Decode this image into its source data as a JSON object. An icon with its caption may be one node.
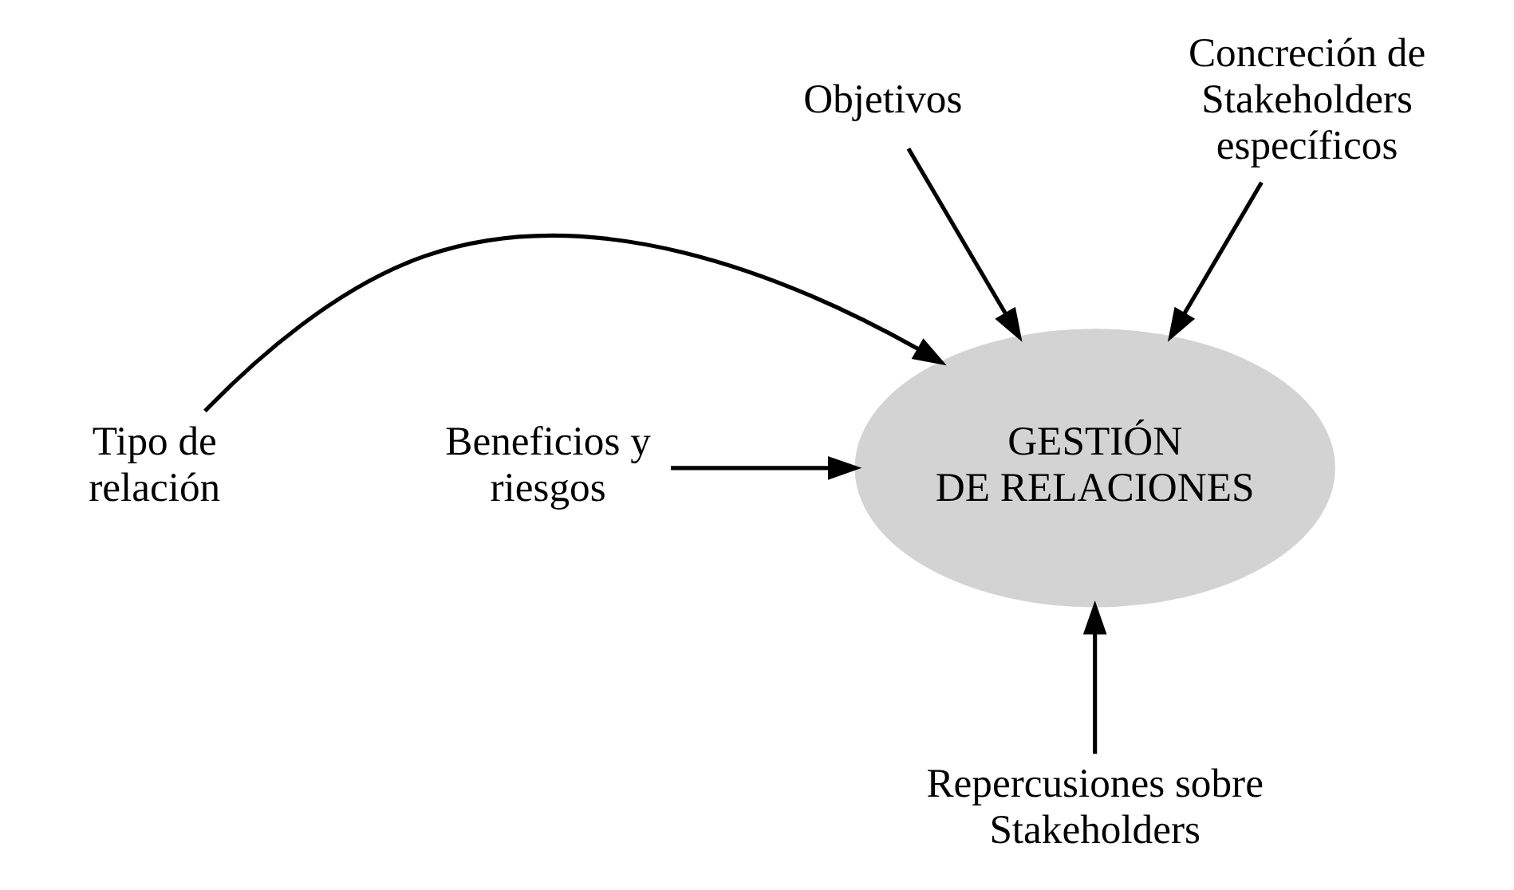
{
  "diagram": {
    "nodes": [
      {
        "text": [
          "GESTIÓN DE RELACIONES"
        ]
      },
      {
        "text": [
          "Objetivos"
        ]
      },
      {
        "text": [
          "Concreción de Stakeholders específicos"
        ]
      },
      {
        "text": [
          "Beneficios y riesgos"
        ]
      },
      {
        "text": [
          "Tipo de relación"
        ]
      },
      {
        "text": [
          "Repercusiones sobre Stakeholders"
        ]
      }
    ],
    "edges": [
      {
        "from": 1,
        "to": 0,
        "arrow": "to"
      },
      {
        "from": 2,
        "to": 0,
        "arrow": "to"
      },
      {
        "from": 3,
        "to": 0,
        "arrow": "to"
      },
      {
        "from": 4,
        "to": 0,
        "arrow": "to"
      },
      {
        "from": 5,
        "to": 0,
        "arrow": "to"
      }
    ]
  }
}
